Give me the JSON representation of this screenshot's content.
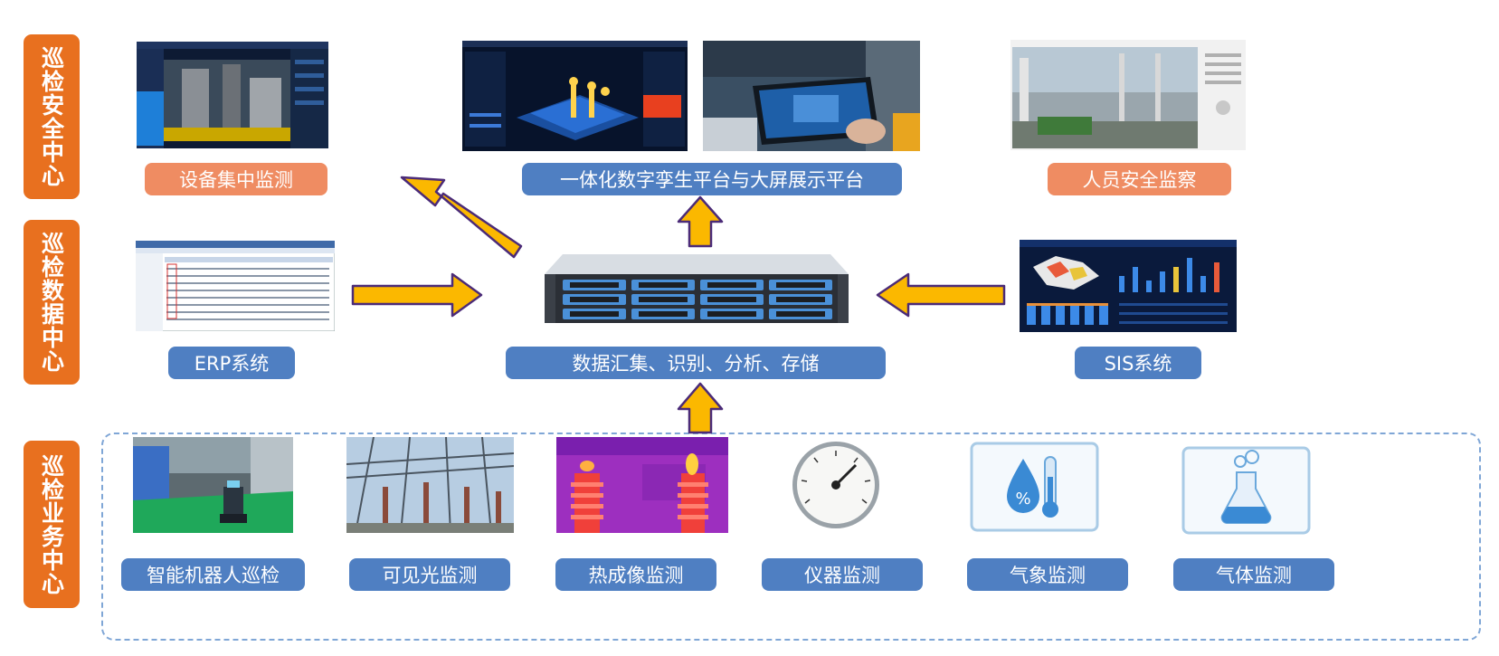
{
  "side_labels": [
    {
      "text": "巡检安全中心"
    },
    {
      "text": "巡检数据中心"
    },
    {
      "text": "巡检业务中心"
    }
  ],
  "top_labels": {
    "equipment": "设备集中监测",
    "twin_platform": "一体化数字孪生平台与大屏展示平台",
    "personnel": "人员安全监察"
  },
  "middle_labels": {
    "erp": "ERP系统",
    "data_hub": "数据汇集、识别、分析、存储",
    "sis": "SIS系统"
  },
  "bottom_labels": [
    "智能机器人巡检",
    "可见光监测",
    "热成像监测",
    "仪器监测",
    "气象监测",
    "气体监测"
  ],
  "colors": {
    "side": "#e8701f",
    "label_blue": "#4f7fc2",
    "label_orange": "#ef8c62",
    "arrow": "#fbb800",
    "arrow_outline": "#4b2b78",
    "dash_border": "#7fa6d6"
  },
  "icons": {
    "server": "rack-server-icon",
    "weather": "weather-humidity-icon",
    "gas": "gas-flask-icon",
    "gauge": "pressure-gauge-icon"
  }
}
